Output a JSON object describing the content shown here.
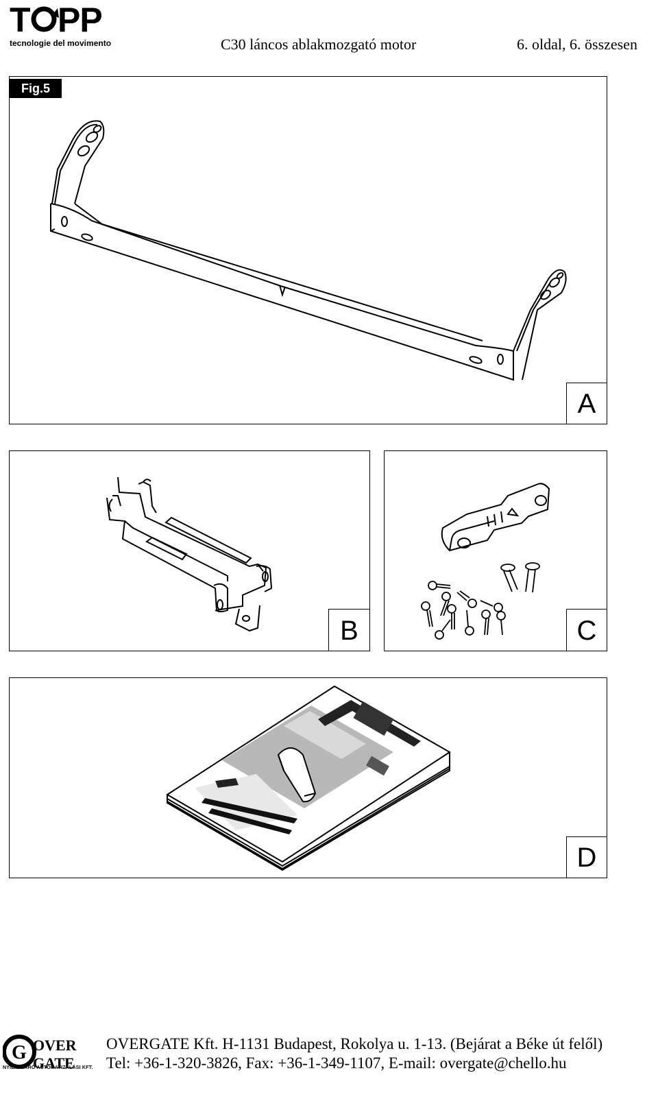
{
  "header": {
    "brand_logo_text": "TOPP",
    "brand_tagline": "tecnologie del movimento",
    "document_title": "C30 láncos ablakmozgató motor",
    "page_info": "6. oldal, 6. összesen"
  },
  "figure": {
    "label": "Fig.5",
    "parts": [
      {
        "letter": "A"
      },
      {
        "letter": "B"
      },
      {
        "letter": "C"
      },
      {
        "letter": "D"
      }
    ]
  },
  "footer": {
    "logo_text": "OVERGATE",
    "logo_subtext": "NYÍLÁSZÁRÓ AUTOMATIZÁLÁSI KFT.",
    "address_line": "OVERGATE Kft. H-1131 Budapest, Rokolya u. 1-13. (Bejárat a Béke út felől)",
    "contact_line": "Tel: +36-1-320-3826, Fax: +36-1-349-1107, E-mail: overgate@chello.hu"
  }
}
